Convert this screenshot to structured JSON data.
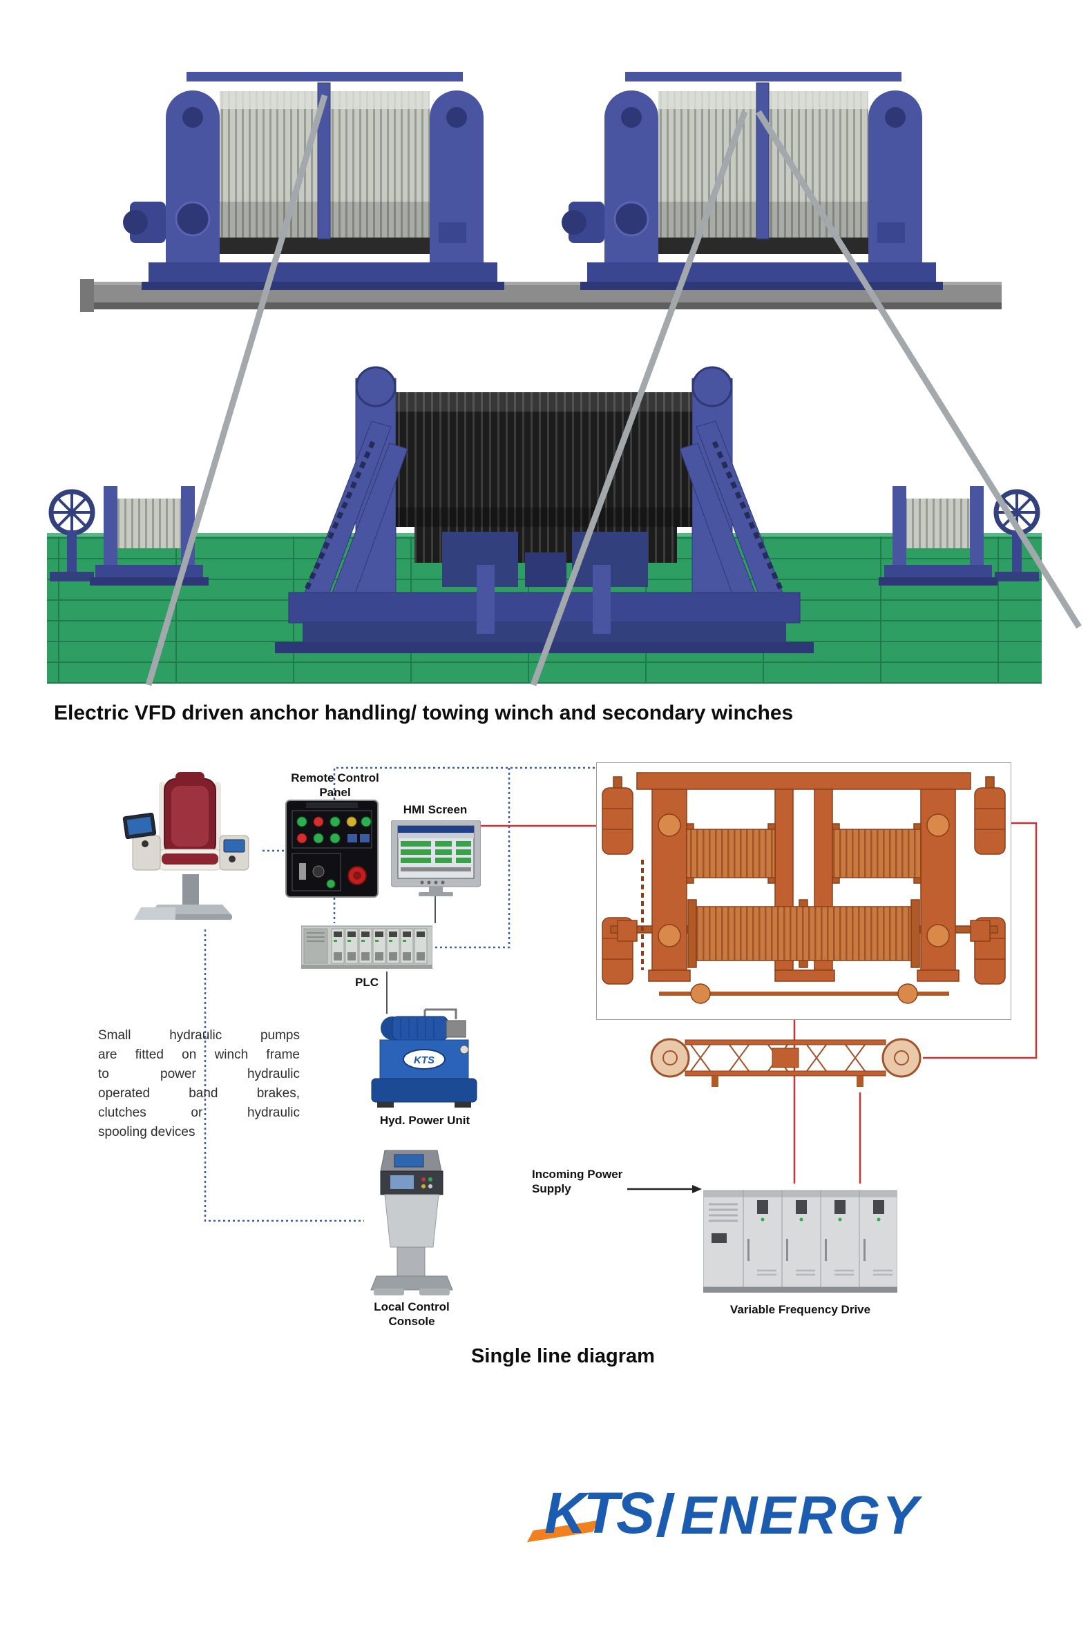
{
  "caption": "Electric VFD driven anchor handling/ towing winch and secondary winches",
  "diagram": {
    "labels": {
      "remote_control_panel": "Remote Control Panel",
      "hmi_screen": "HMI Screen",
      "plc": "PLC",
      "hyd_power_unit": "Hyd. Power Unit",
      "local_control_console": "Local Control Console",
      "incoming_power_supply": "Incoming Power Supply",
      "variable_frequency_drive": "Variable Frequency Drive"
    },
    "note_lines": [
      "Small hydraulic pumps",
      "are fitted on winch frame",
      "to power hydraulic",
      "operated band brakes,",
      "clutches or hydraulic",
      "spooling devices"
    ],
    "hpu_logo": "KTS",
    "title": "Single line diagram"
  },
  "brand": {
    "kts": "KTS",
    "energy": "ENERGY"
  },
  "colors": {
    "winch_blue": "#4a55a2",
    "deck_green": "#2f9e63",
    "drawing_orange": "#c06030",
    "logo_blue": "#1b5bb0",
    "logo_orange": "#f08020",
    "connector_red": "#c93333",
    "connector_blue": "#3a5fa0"
  }
}
